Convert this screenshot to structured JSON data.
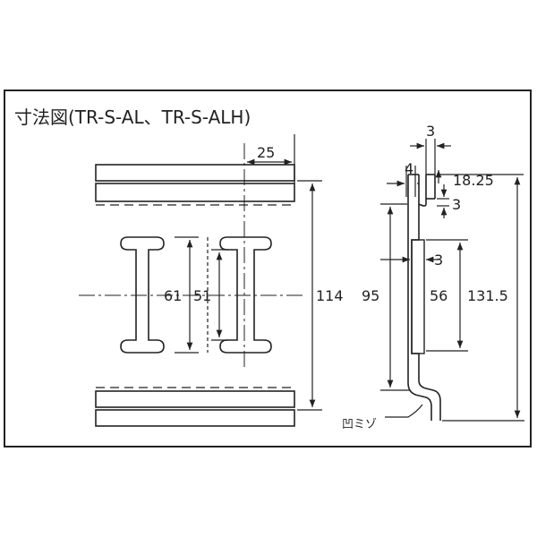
{
  "title": "寸法図(TR-S-AL、TR-S-ALH)",
  "dimensions": {
    "width_25": "25",
    "height_61": "61",
    "height_51": "51",
    "height_114": "114",
    "side_3_top": "3",
    "side_4": "4",
    "side_18_25": "18.25",
    "side_3_b": "3",
    "side_3_mid": "3",
    "side_95": "95",
    "side_56": "56",
    "side_131_5": "131.5"
  },
  "notes": {
    "groove": "凹ミゾ"
  },
  "colors": {
    "line": "#222222",
    "background": "#ffffff"
  }
}
